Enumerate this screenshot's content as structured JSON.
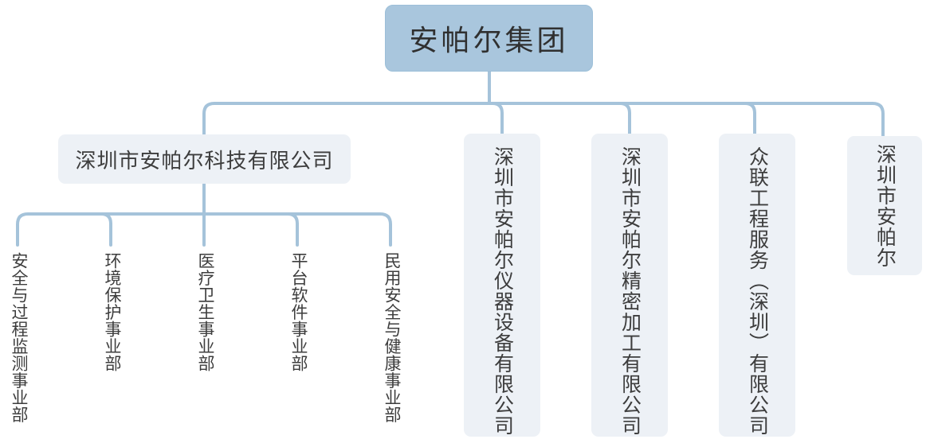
{
  "org": {
    "root": {
      "label": "安帕尔集团"
    },
    "subsidiaries": [
      {
        "label": "深圳市安帕尔科技有限公司"
      },
      {
        "label": "深圳市安帕尔仪器设备有限公司"
      },
      {
        "label": "深圳市安帕尔精密加工有限公司"
      },
      {
        "label": "众联工程服务（深圳）有限公司"
      },
      {
        "label": "深圳市安帕尔"
      }
    ],
    "departments": [
      {
        "label": "安全与过程监测事业部"
      },
      {
        "label": "环境保护事业部"
      },
      {
        "label": "医疗卫生事业部"
      },
      {
        "label": "平台软件事业部"
      },
      {
        "label": "民用安全与健康事业部"
      }
    ],
    "colors": {
      "root_bg": "#a9c6dd",
      "root_border": "#9cbfd8",
      "node_bg": "#edf1f6",
      "line": "#a5c3da",
      "root_text": "#303030",
      "node_text": "#3d3d3d"
    }
  }
}
